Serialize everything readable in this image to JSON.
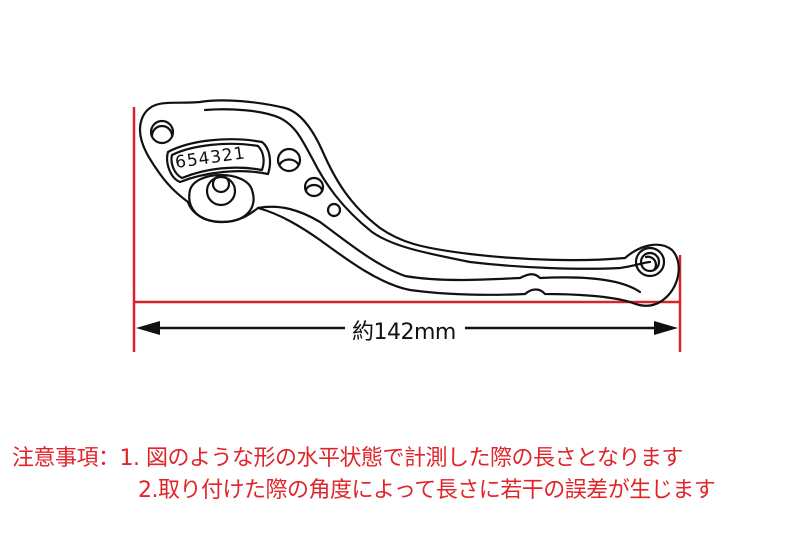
{
  "diagram": {
    "subject": "brake lever (adjustable, short)",
    "adjuster_numbers": "654321",
    "dimension": {
      "label": "約142mm",
      "value_mm": 142
    },
    "colors": {
      "dimension_lines": "#d8232a",
      "outline": "#111111",
      "arrow": "#111111",
      "notes_text": "#e0252a",
      "background": "#ffffff"
    }
  },
  "notes": {
    "heading": "注意事項：",
    "items": [
      "1. 図のような形の水平状態で計測した際の長さとなります",
      "2.取り付けた際の角度によって長さに若干の誤差が生じます"
    ]
  }
}
